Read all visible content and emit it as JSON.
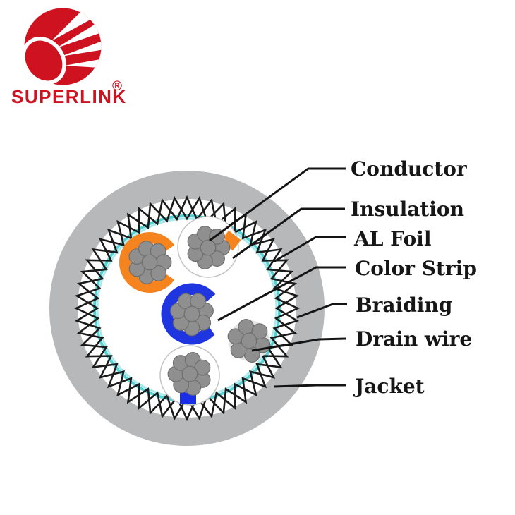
{
  "logo": {
    "brand": "SUPERLINK",
    "registered_mark": "®",
    "color": "#cf1220"
  },
  "diagram": {
    "type": "shielded-cable-cross-section",
    "labels": [
      {
        "id": "conductor",
        "text": "Conductor"
      },
      {
        "id": "insulation",
        "text": "Insulation"
      },
      {
        "id": "al-foil",
        "text": "AL Foil"
      },
      {
        "id": "color-strip",
        "text": "Color Strip"
      },
      {
        "id": "braiding",
        "text": "Braiding"
      },
      {
        "id": "drain-wire",
        "text": "Drain wire"
      },
      {
        "id": "jacket",
        "text": "Jacket"
      }
    ],
    "colors": {
      "jacket": "#b7b8ba",
      "braiding": "#1b1b1b",
      "al_foil_outer": "#58cfd2",
      "al_foil_inner": "#a9e9ea",
      "insulation_orange": "#f5841f",
      "insulation_blue": "#1f35e0",
      "color_strip_orange": "#f5841f",
      "color_strip_blue": "#1a2ee8",
      "conductor_strand": "#8f8f8f",
      "conductor_strand_edge": "#6e6e6e",
      "pair_disc": "#dcdcdc",
      "drain_disc": "#e4e4e4",
      "white_circle_stroke": "#c3c3c3",
      "leader_line": "#141414",
      "label_text": "#161616"
    }
  }
}
